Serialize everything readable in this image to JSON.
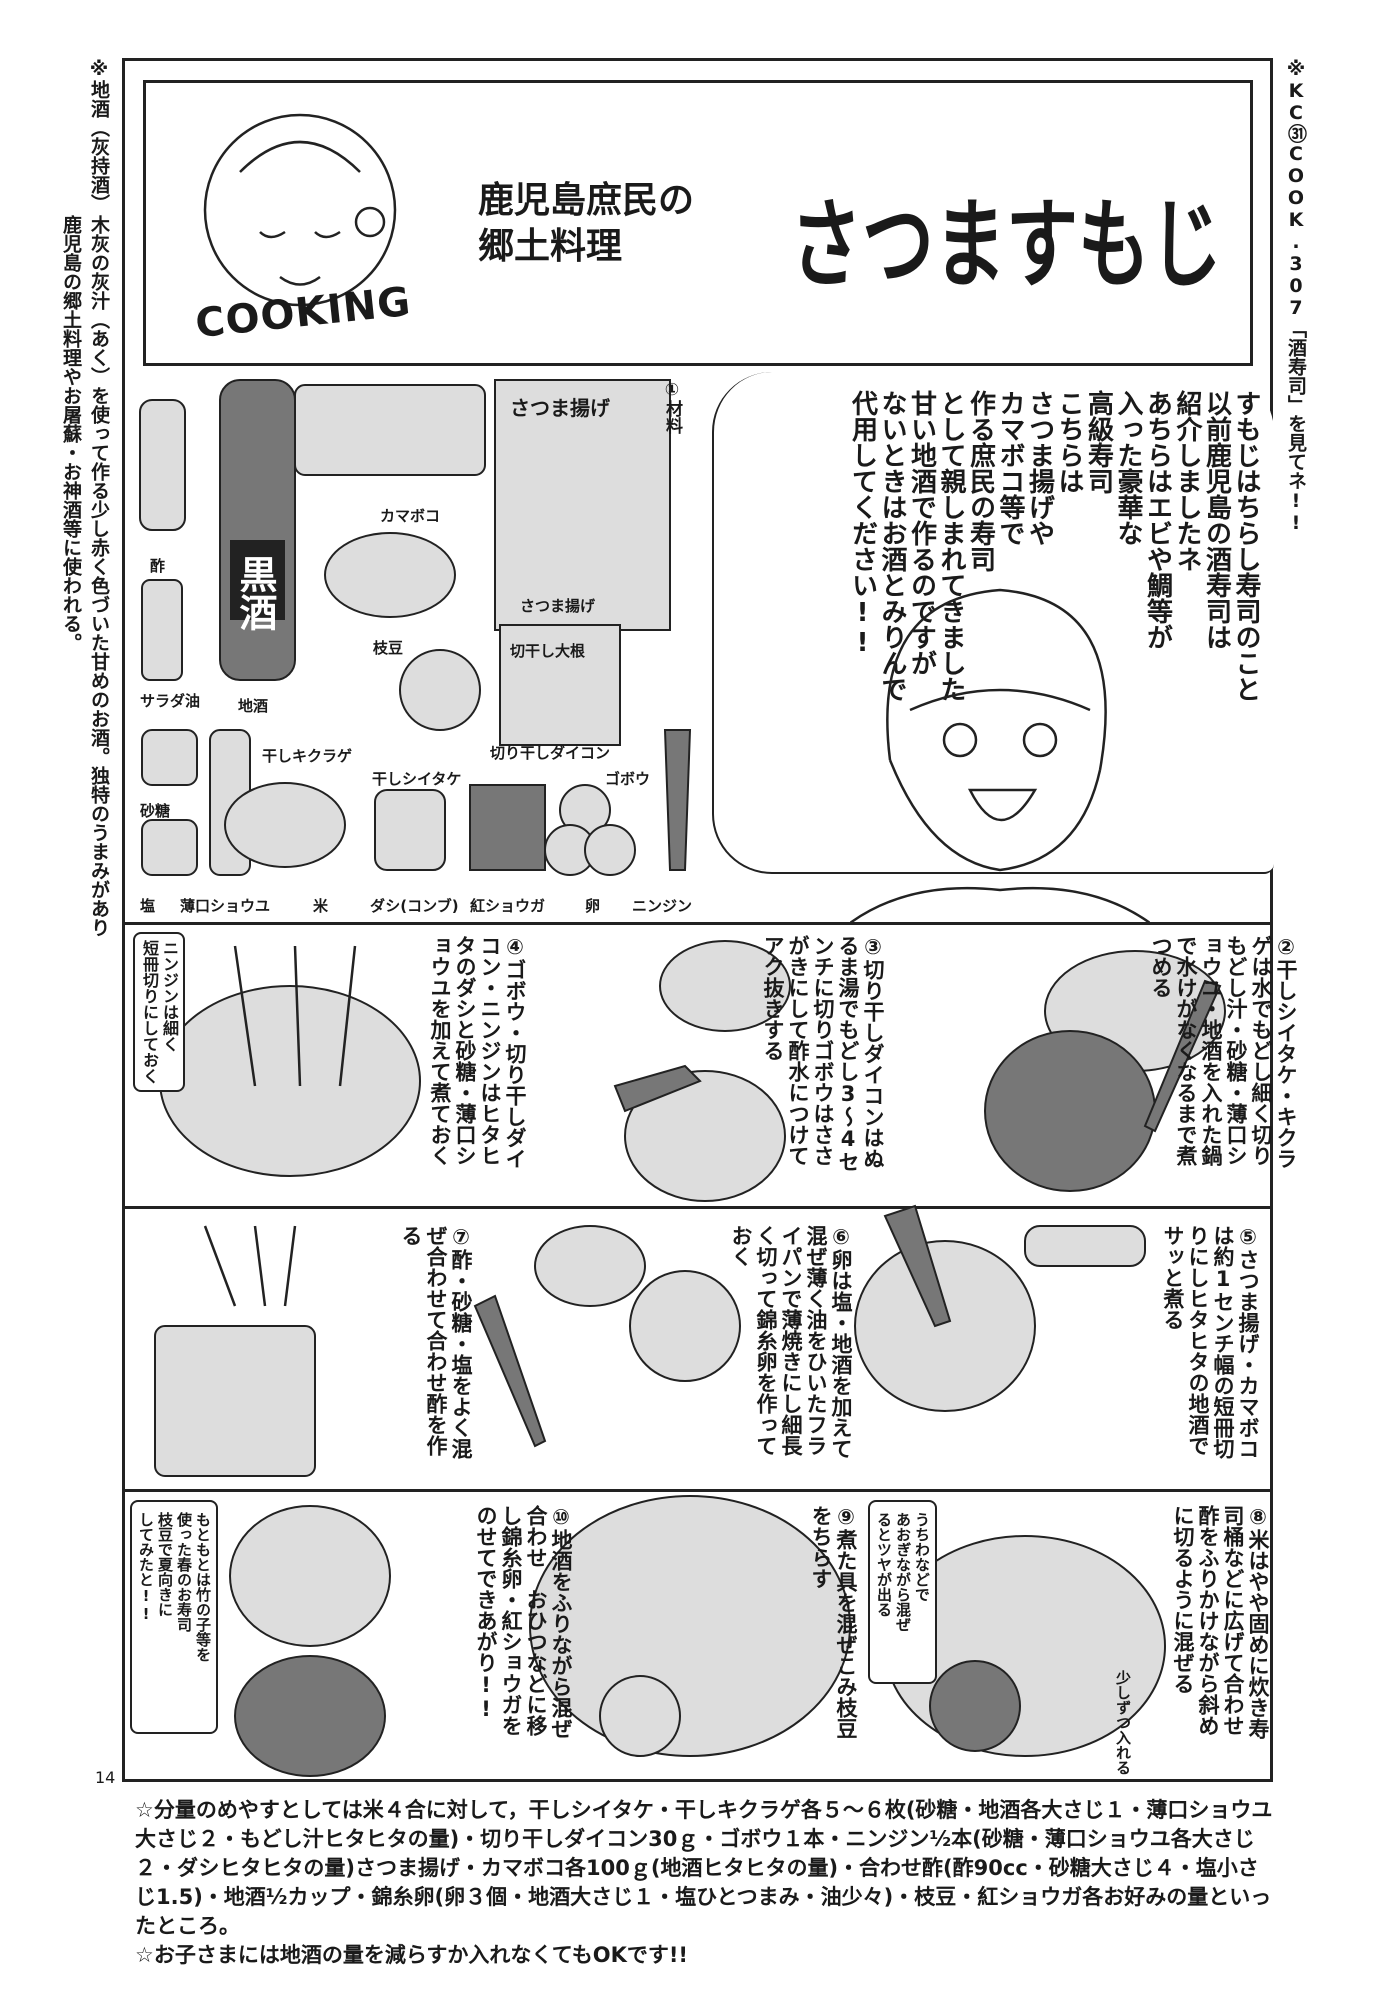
{
  "margin_left": {
    "note_title": "※地酒（灰持酒）",
    "note_line1": "木灰の灰汁（あく）を使って作る少し赤く色づいた甘めのお酒。独特のうまみがあり",
    "note_line2": "鹿児島の郷土料理やお屠蘇・お神酒等に使われる。"
  },
  "margin_right": {
    "note": "※KC㉛COOK.307「酒寿司」を見てネ!!"
  },
  "page_number": "14",
  "header": {
    "logo_text": "COOKING",
    "subtitle_line1": "鹿児島庶民の",
    "subtitle_line2": "郷土料理",
    "title": "さつますもじ"
  },
  "intro": {
    "lines": [
      "すもじはちらし寿司のこと",
      "以前鹿児島の酒寿司は",
      "紹介しましたネ",
      "あちらはエビや鯛等が",
      "入った豪華な",
      "高級寿司",
      "こちらは",
      "さつま揚げや",
      "カマボコ等で",
      "作る庶民の寿司",
      "として親しまれてきました",
      "甘い地酒で作るのですが",
      "ないときはお酒とみりんで",
      "代用してください!!"
    ]
  },
  "ingredients": {
    "heading": "①材料",
    "items": {
      "vinegar": "酢",
      "kurozake_label": "黒酒",
      "salad_oil": "サラダ油",
      "jizake": "地酒",
      "kamaboko": "カマボコ",
      "satsuma_age_pack": "さつま揚げ",
      "satsuma_age": "さつま揚げ",
      "edamame": "枝豆",
      "kiriboshi_pack": "切干し大根",
      "kikurage": "干しキクラゲ",
      "shiitake": "干しシイタケ",
      "kiriboshi_daikon": "切り干しダイコン",
      "gobo": "ゴボウ",
      "sugar": "砂糖",
      "salt": "塩",
      "usukuchi": "薄口ショウユ",
      "rice": "米",
      "dashi": "ダシ(コンブ)",
      "beni_shoga": "紅ショウガ",
      "egg": "卵",
      "carrot": "ニンジン"
    }
  },
  "steps": [
    {
      "num": "②",
      "text": "干しシイタケ・キクラ\nゲは水でもどし細く切り\nもどし汁・砂糖・薄口シ\nョウユ・地酒を入れた鍋\nで水けがなくなるまで煮\nつめる"
    },
    {
      "num": "③",
      "text": "切り干しダイコンはぬ\nるま湯でもどし3〜4セ\nンチに切りゴボウはささ\nがきにして酢水につけて\nアク抜きする"
    },
    {
      "num": "④",
      "text": "ゴボウ・切り干しダイ\nコン・ニンジンはヒタヒ\nタのダシと砂糖・薄口シ\nョウユを加えて煮ておく"
    },
    {
      "num": "⑤",
      "text": "さつま揚げ・カマボコ\nは約1センチ幅の短冊切\nりにしヒタヒタの地酒で\nサッと煮る"
    },
    {
      "num": "⑥",
      "text": "卵は塩・地酒を加えて\n混ぜ薄く油をひいたフラ\nイパンで薄焼きにし細長\nく切って錦糸卵を作って\nおく"
    },
    {
      "num": "⑦",
      "text": "酢・砂糖・塩をよく混\nぜ合わせて合わせ酢を作\nる"
    },
    {
      "num": "⑧",
      "text": "米はやや固めに炊き寿\n司桶などに広げて合わせ\n酢をふりかけながら斜め\nに切るように混ぜる"
    },
    {
      "num": "⑨",
      "text": "煮た具を混ぜこみ枝豆\nをちらす"
    },
    {
      "num": "⑩",
      "text": "地酒をふりながら混ぜ\n合わせ　おひつなどに移\nし錦糸卵・紅ショウガを\nのせてできあがり!!"
    }
  ],
  "side_notes": {
    "carrot_note": "ニンジンは細く\n短冊切りにしておく",
    "uchiwa_note": "うちわなどで\nあおぎながら混ぜ\nるとツヤが出る",
    "little_note": "少しずつ入れる",
    "origin_note": "もともとは竹の子等を\n使った春のお寿司\n枝豆で夏向きに\nしてみたと!!"
  },
  "bottom_notes": {
    "quantities": "☆分量のめやすとしては米４合に対して，干しシイタケ・干しキクラゲ各５〜６枚(砂糖・地酒各大さじ１・薄口ショウユ大さじ２・もどし汁ヒタヒタの量)・切り干しダイコン30ｇ・ゴボウ１本・ニンジン½本(砂糖・薄口ショウユ各大さじ２・ダシヒタヒタの量)さつま揚げ・カマボコ各100ｇ(地酒ヒタヒタの量)・合わせ酢(酢90cc・砂糖大さじ４・塩小さじ1.5)・地酒½カップ・錦糸卵(卵３個・地酒大さじ１・塩ひとつまみ・油少々)・枝豆・紅ショウガ各お好みの量といったところ。",
    "kids": "☆お子さまには地酒の量を減らすか入れなくてもOKです!!"
  }
}
